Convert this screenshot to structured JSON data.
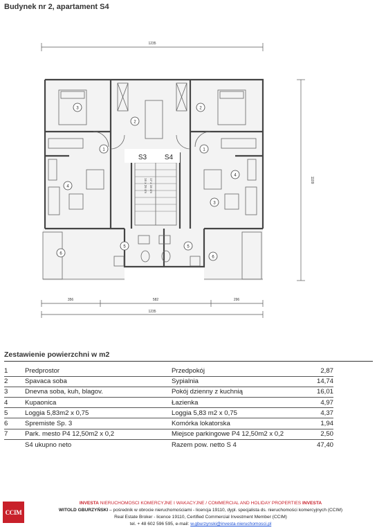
{
  "header": {
    "title": "Budynek nr 2, apartament S4"
  },
  "plan": {
    "dim_top_total": "1235",
    "dim_bottom_total": "1235",
    "dim_bottom_left": "356",
    "dim_bottom_mid": "582",
    "dim_bottom_right": "296",
    "dim_right": "1109",
    "unit_left": "S3",
    "unit_right": "S4",
    "stair_label_1": "17 x 16 cm",
    "stair_label_2": "16 x 26 cm",
    "rooms": [
      {
        "num": "1"
      },
      {
        "num": "1"
      },
      {
        "num": "2"
      },
      {
        "num": "2"
      },
      {
        "num": "3"
      },
      {
        "num": "3"
      },
      {
        "num": "4"
      },
      {
        "num": "4"
      },
      {
        "num": "5"
      },
      {
        "num": "5"
      },
      {
        "num": "6"
      },
      {
        "num": "6"
      }
    ]
  },
  "summary": {
    "title": "Zestawienie powierzchni w m2",
    "rows": [
      {
        "no": "1",
        "hr": "Predprostor",
        "pl": "Przedpokój",
        "val": "2,87"
      },
      {
        "no": "2",
        "hr": "Spavaca soba",
        "pl": "Sypialnia",
        "val": "14,74"
      },
      {
        "no": "3",
        "hr": "Dnevna soba, kuh, blagov.",
        "pl": "Pokój dzienny z kuchnią",
        "val": "16,01"
      },
      {
        "no": "4",
        "hr": "Kupaonica",
        "pl": "Łazienka",
        "val": "4,97"
      },
      {
        "no": "5",
        "hr": "Loggia 5,83m2 x 0,75",
        "pl": "Loggia 5,83 m2 x 0,75",
        "val": "4,37"
      },
      {
        "no": "6",
        "hr": "Spremiste Sp. 3",
        "pl": "Komórka lokatorska",
        "val": "1,94"
      },
      {
        "no": "7",
        "hr": "Park. mesto P4  12,50m2 x 0,2",
        "pl": "Miejsce parkingowe P4  12,50m2 x 0,2",
        "val": "2,50"
      },
      {
        "no": "",
        "hr": "S4 ukupno neto",
        "pl": "Razem pow. netto S 4",
        "val": "47,40"
      }
    ]
  },
  "footer": {
    "logo": "CCIM",
    "line1_brand": "INVESTA",
    "line1_text": " NIERUCHOMOSCI KOMERCYJNE I WAKACYJNE / COMMERCIAL AND HOLIDAY PROPERTIES ",
    "line1_brand2": "INVESTA",
    "line2_name": "WITOLD GBURZYŃSKI",
    "line2_text": " – pośrednik w obrocie nieruchomościami - licencja 19110, dypl. specjalista ds. nieruchomości komercyjnych (CCIM)",
    "line3": "Real Estate Broker - licence 19110, Certified Commercial Investment Member (CCIM)",
    "line4_text": "tel. + 48 602 596 595, e-mail: ",
    "line4_email": "w.gburzynski@investa-nieruchomosci.pl"
  },
  "colors": {
    "accent": "#c8202a",
    "link": "#1a4fd6",
    "floor": "#f2f2f2",
    "wall": "#555555"
  }
}
